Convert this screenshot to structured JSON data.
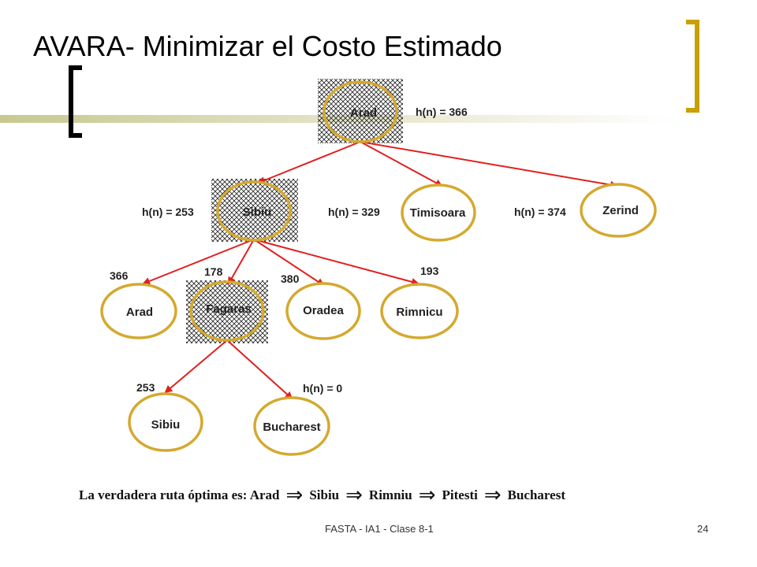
{
  "title": "AVARA- Minimizar el Costo Estimado",
  "footer": {
    "left": "FASTA - IA1 - Clase 8-1",
    "page": "24"
  },
  "colors": {
    "node_border": "#d4a92f",
    "edge": "#e02020",
    "accent_bar": "#c8a000",
    "rule_bar": "#c8c890"
  },
  "nodes": {
    "arad_root": "Arad",
    "sibiu": "Sibiu",
    "timisoara": "Timisoara",
    "zerind": "Zerind",
    "arad_l2": "Arad",
    "fagaras": "Fagaras",
    "oradea": "Oradea",
    "rimnicu": "Rimnicu",
    "sibiu_l3": "Sibiu",
    "bucharest": "Bucharest"
  },
  "heuristics": {
    "arad": "h(n) = 366",
    "sibiu": "h(n) = 253",
    "timisoara": "h(n) = 329",
    "zerind": "h(n) = 374",
    "arad_l2": "366",
    "fagaras": "178",
    "oradea": "380",
    "rimnicu": "193",
    "sibiu_l3": "253",
    "bucharest": "h(n) = 0"
  },
  "optimal_route": {
    "prefix": "La verdadera ruta óptima es: Arad",
    "steps": [
      "Sibiu",
      "Rimniu",
      "Pitesti",
      "Bucharest"
    ],
    "arrow": "⇒"
  }
}
